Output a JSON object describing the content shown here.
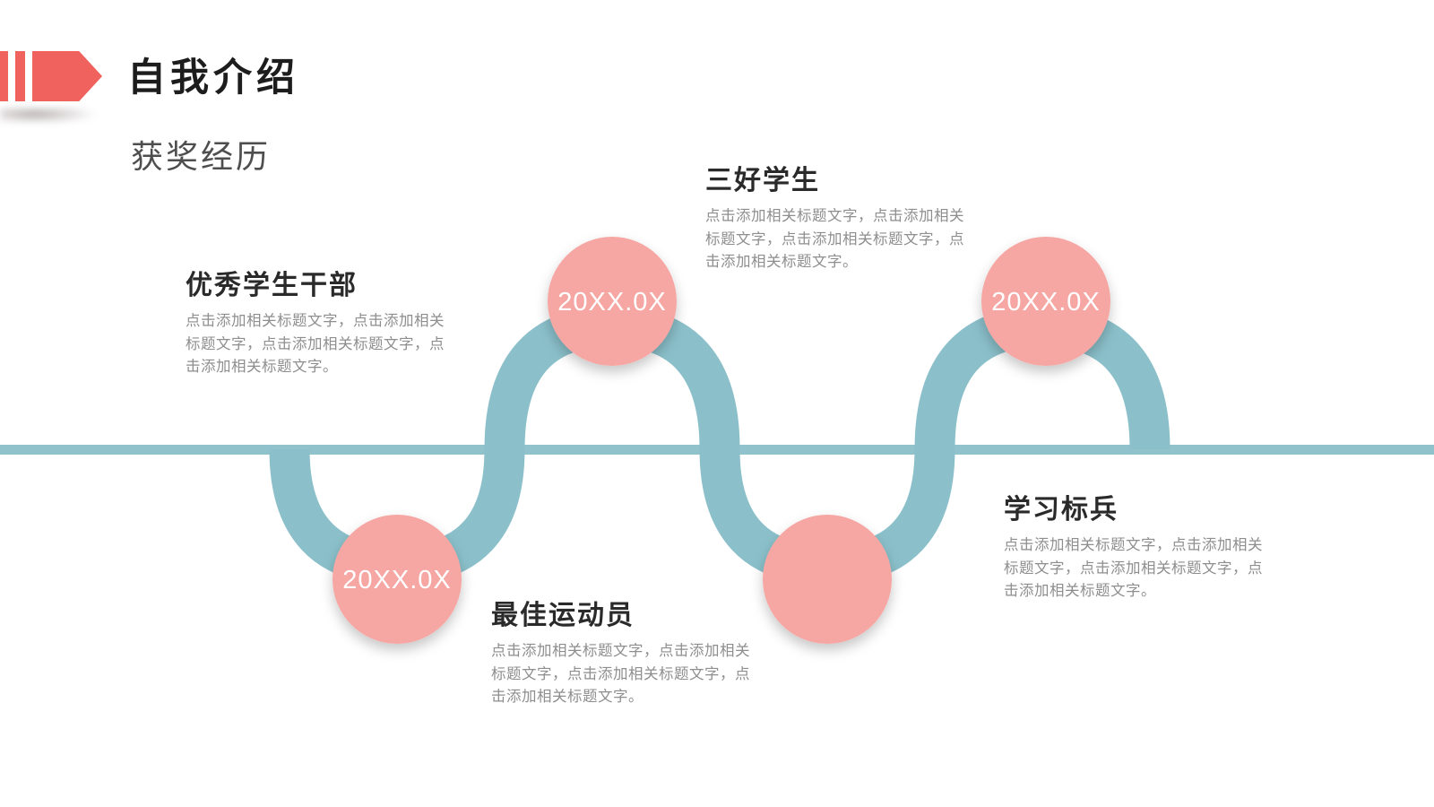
{
  "slide": {
    "title": "自我介绍",
    "subtitle": "获奖经历"
  },
  "colors": {
    "accent_red": "#ef625d",
    "timeline_line_teal": "#8fc2ca",
    "timeline_tube_teal": "#8bc0ca",
    "circle_pink": "#f6a7a3",
    "circle_text": "#ffffff",
    "title_text": "#1d1d1d",
    "entry_title_text": "#2a2a2a",
    "body_text": "#8e8e8e",
    "subtitle_text": "#4e4e4e"
  },
  "timeline": {
    "circles": [
      {
        "position": "bottom-left",
        "date": "20XX.0X"
      },
      {
        "position": "top-left",
        "date": "20XX.0X"
      },
      {
        "position": "bottom-right",
        "date": ""
      },
      {
        "position": "top-right",
        "date": "20XX.0X"
      }
    ],
    "entries": [
      {
        "title": "优秀学生干部",
        "desc_lines": [
          "点击添加相关标题文字，点击添加相关",
          "标题文字，点击添加相关标题文字，点",
          "击添加相关标题文字。"
        ]
      },
      {
        "title": "三好学生",
        "desc_lines": [
          "点击添加相关标题文字，点击添加相关",
          "标题文字，点击添加相关标题文字，点",
          "击添加相关标题文字。"
        ]
      },
      {
        "title": "最佳运动员",
        "desc_lines": [
          "点击添加相关标题文字，点击添加相关",
          "标题文字，点击添加相关标题文字，点",
          "击添加相关标题文字。"
        ]
      },
      {
        "title": "学习标兵",
        "desc_lines": [
          "点击添加相关标题文字，点击添加相关",
          "标题文字，点击添加相关标题文字，点",
          "击添加相关标题文字。"
        ]
      }
    ]
  }
}
